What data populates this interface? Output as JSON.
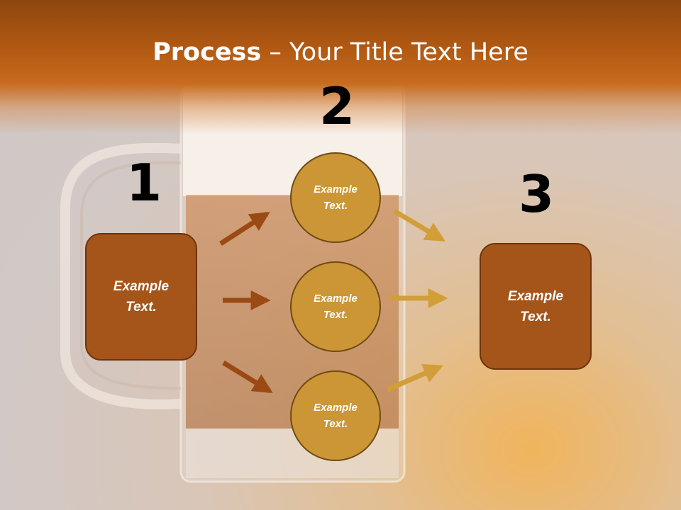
{
  "title": {
    "bold": "Process",
    "rest": " – Your Title Text Here"
  },
  "steps": [
    {
      "number": "1",
      "text": "Example Text."
    },
    {
      "number": "2",
      "items": [
        "Example Text.",
        "Example Text.",
        "Example Text."
      ]
    },
    {
      "number": "3",
      "text": "Example Text."
    }
  ],
  "colors": {
    "title_band": "#b35a13",
    "box_fill": "#a5551a",
    "circle_fill": "#cc9637",
    "arrow_dark": "#9b4a14",
    "arrow_light": "#d19e38"
  }
}
